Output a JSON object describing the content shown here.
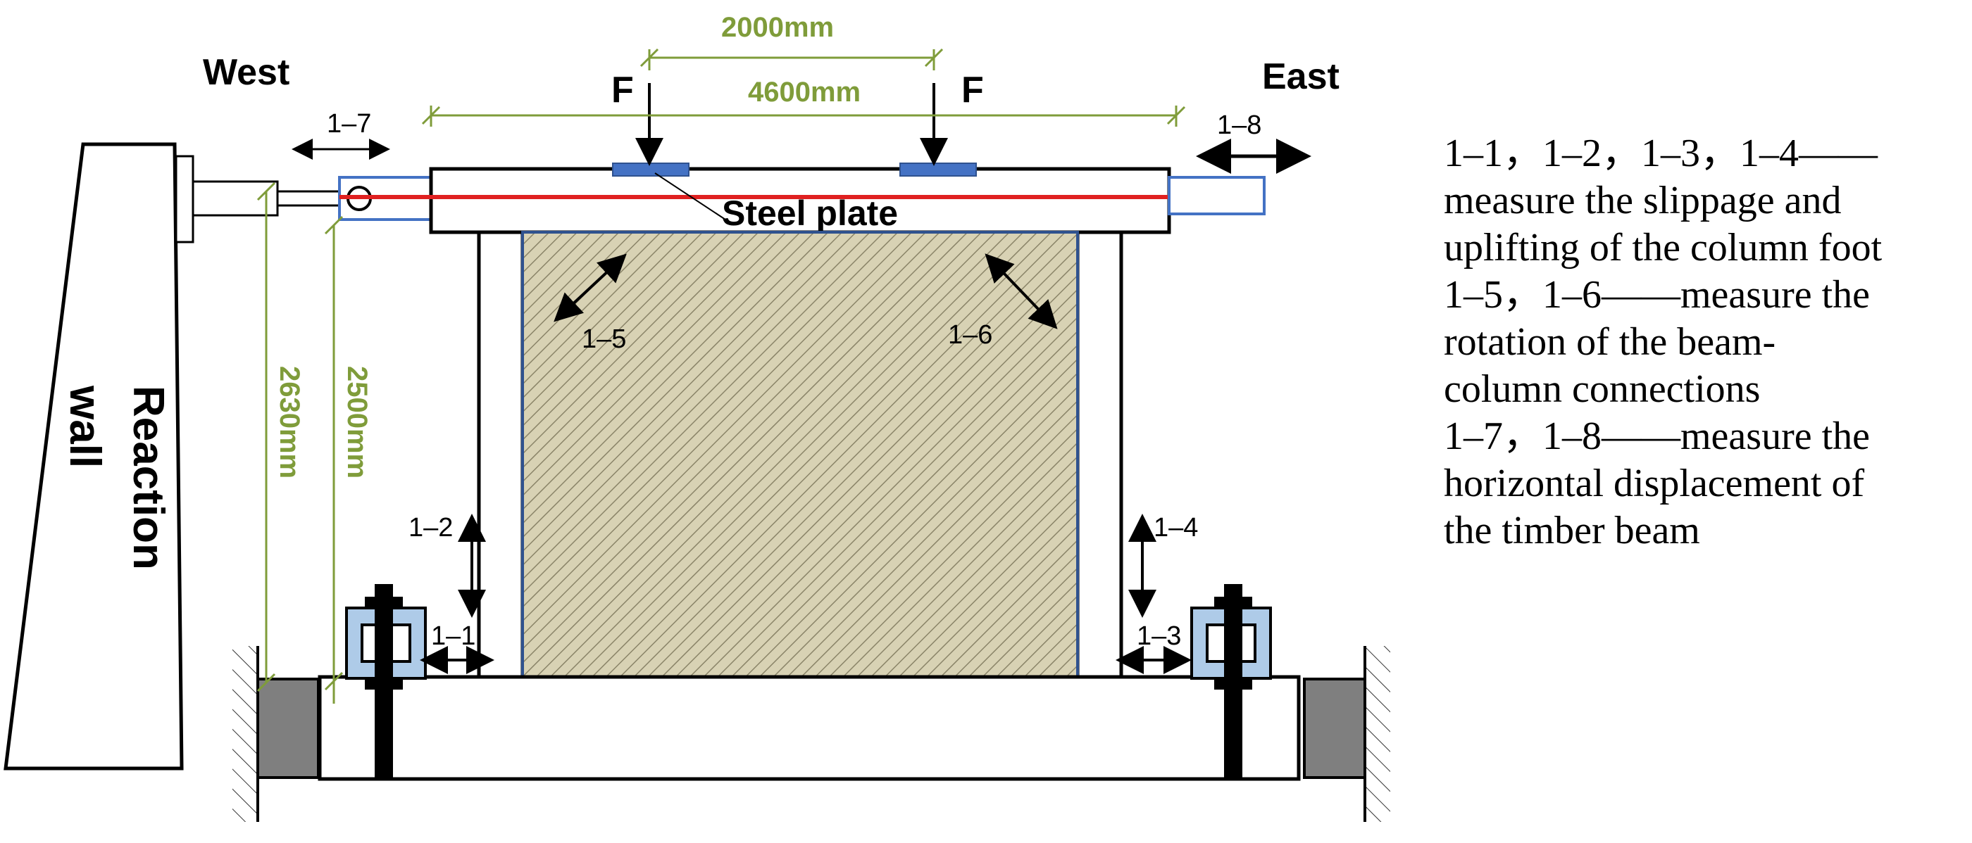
{
  "colors": {
    "dimension": "#7f9c3a",
    "beam_bar": "#e02020",
    "steel_plate": "#4472c4",
    "panel_fill": "#d8d2b4",
    "support_block": "#7f7f7f",
    "anchor_fill": "#aecbe8"
  },
  "labels": {
    "west": "West",
    "east": "East",
    "load_left": "F",
    "load_right": "F",
    "steel_plate": "Steel plate",
    "reaction_wall_line1": "Reaction",
    "reaction_wall_line2": "wall"
  },
  "dimensions": {
    "load_spacing": "2000mm",
    "beam_length": "4600mm",
    "height_actuator": "2630mm",
    "height_column": "2500mm"
  },
  "gauges": {
    "g1_1": "1–1",
    "g1_2": "1–2",
    "g1_3": "1–3",
    "g1_4": "1–4",
    "g1_5": "1–5",
    "g1_6": "1–6",
    "g1_7": "1–7",
    "g1_8": "1–8"
  },
  "legend": {
    "line1": "1–1，1–2，1–3，1–4——",
    "line2": "measure the slippage and",
    "line3": "uplifting of the column foot",
    "line4": "1–5，1–6——measure the",
    "line5": "rotation of the beam-",
    "line6": "column connections",
    "line7": "1–7，1–8——measure the",
    "line8": "horizontal displacement of",
    "line9": "the timber beam"
  }
}
